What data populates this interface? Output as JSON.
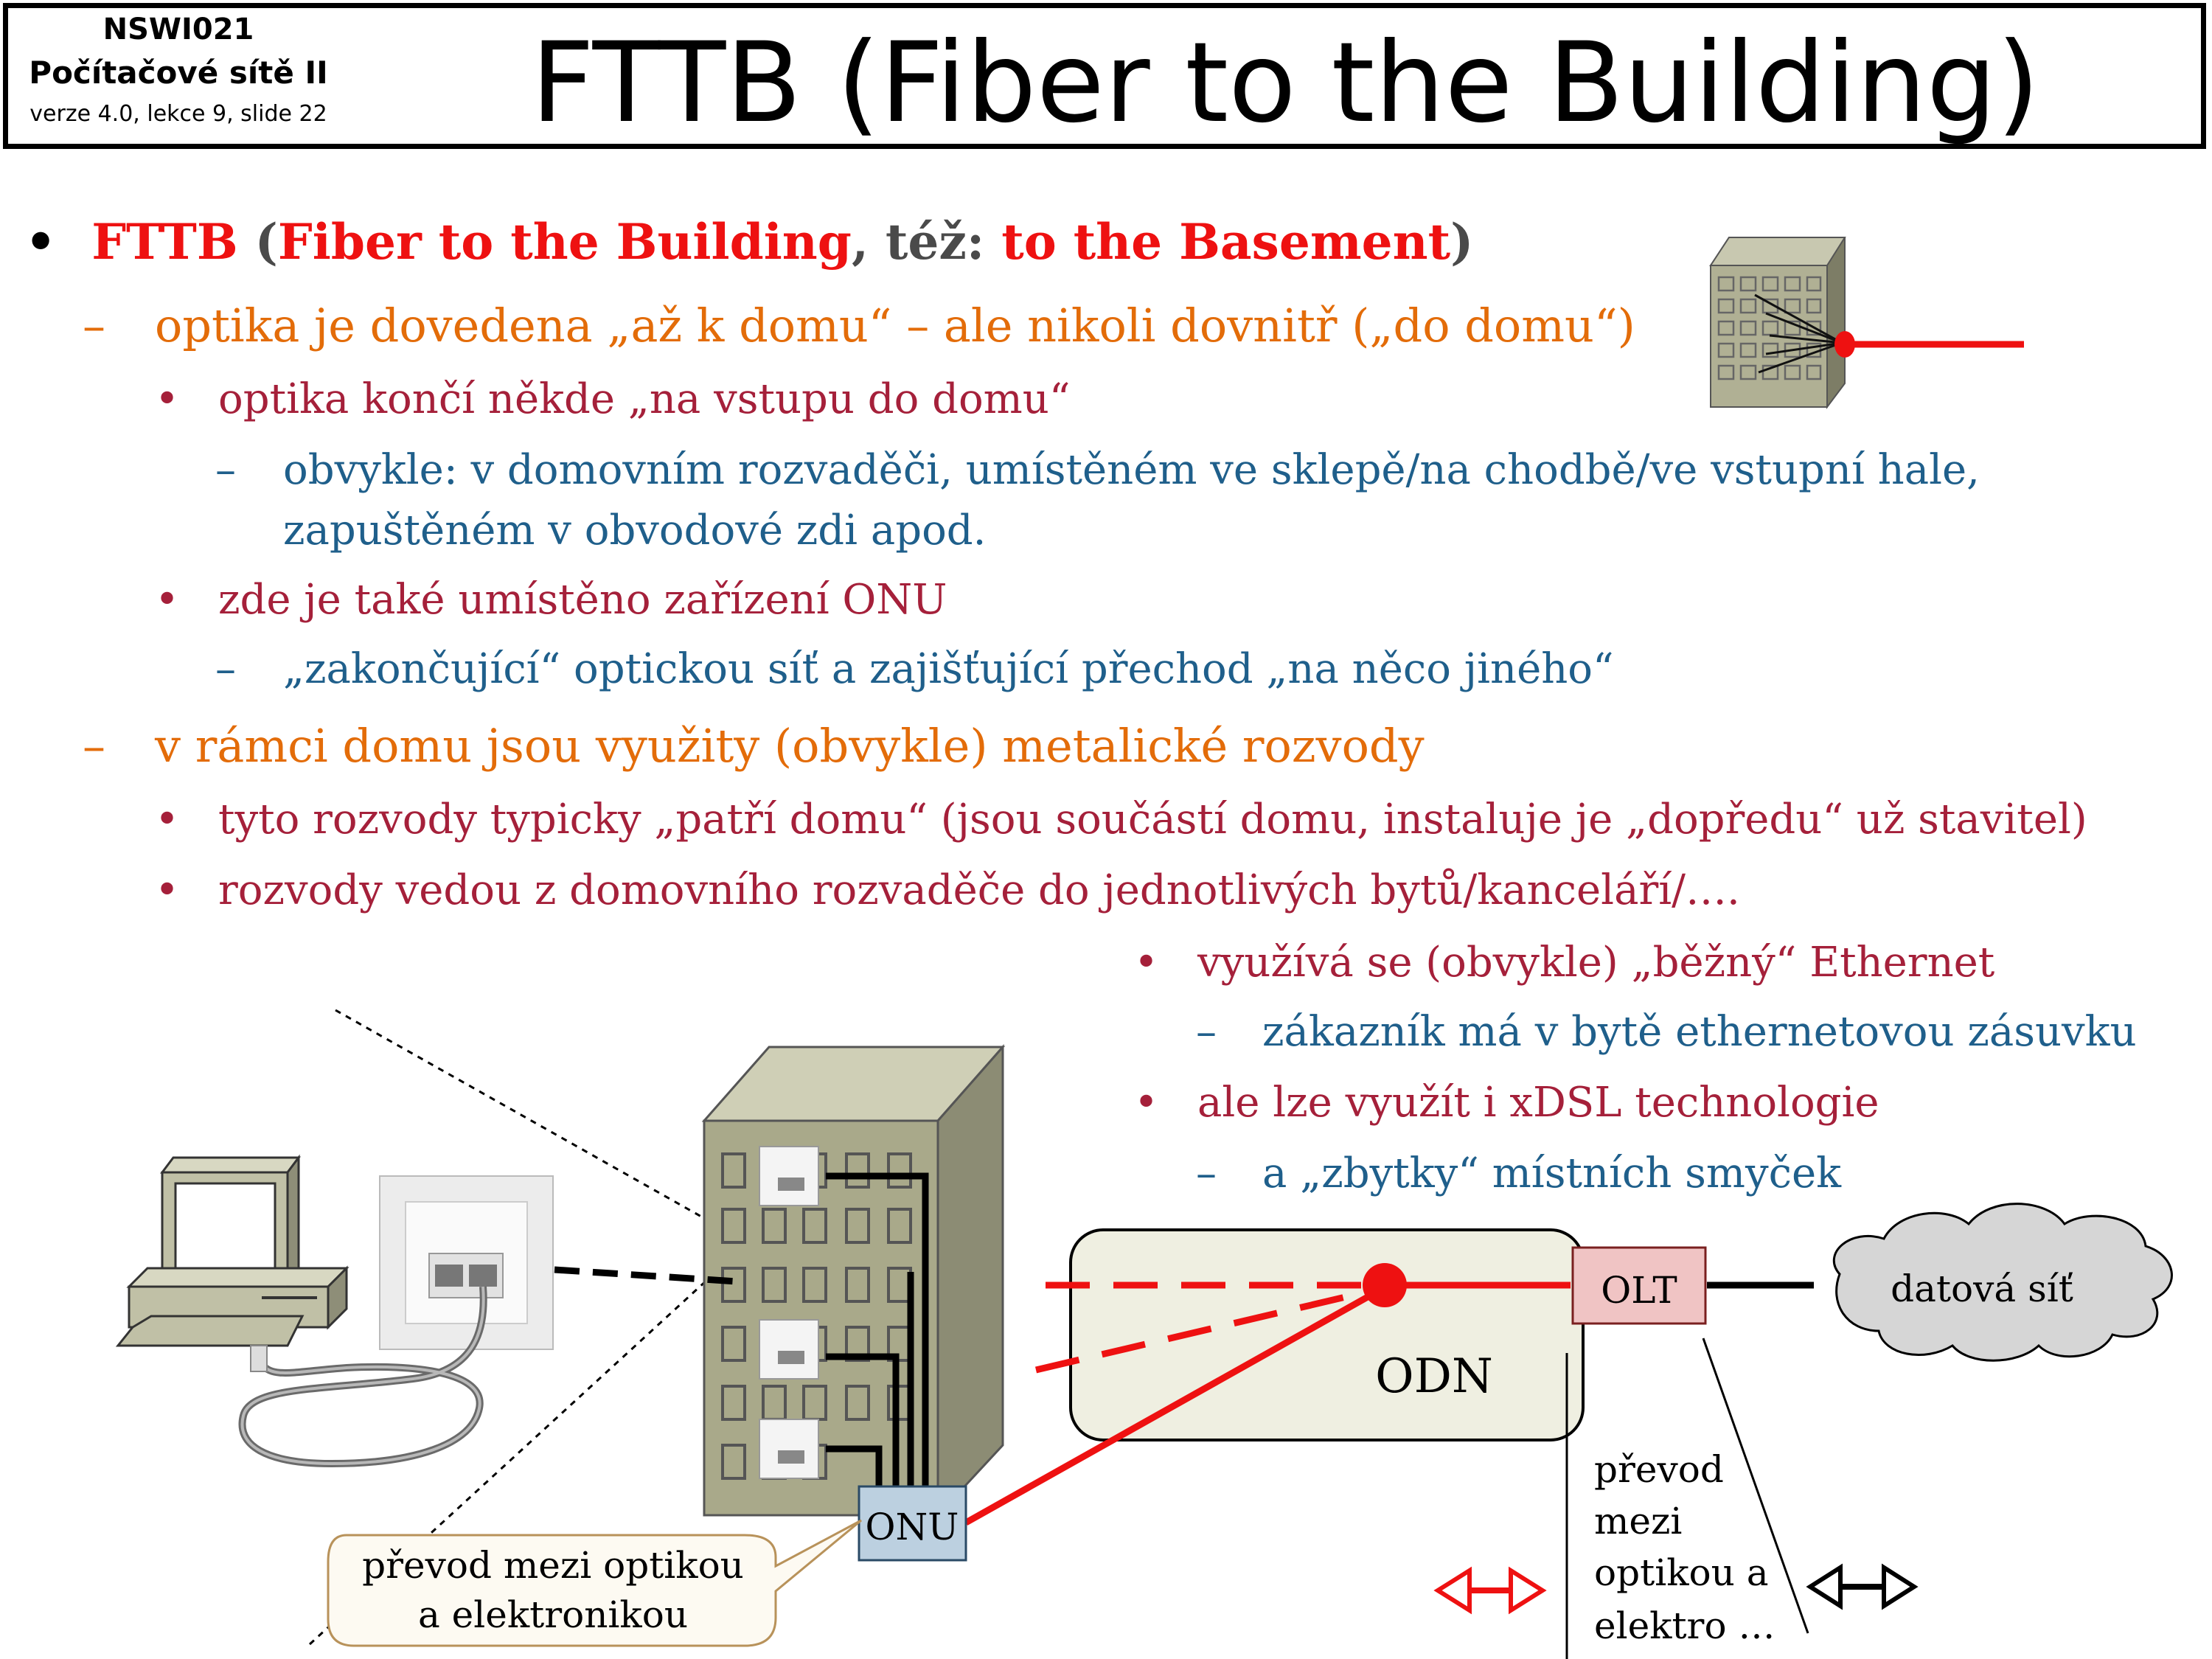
{
  "header": {
    "course_code": "NSWI021",
    "course_name": "Počítačové sítě II",
    "version": "verze 4.0, lekce  9, slide 22",
    "title": "FTTB (Fiber to the Building)"
  },
  "bullets": {
    "b1_fttb": "FTTB",
    "b1_open": " (",
    "b1_fiber": "Fiber to the Building",
    "b1_comma": ", též: ",
    "b1_basement": "to the Basement",
    "b1_close": ")",
    "b2_1": "optika je dovedena „až k domu“ – ale nikoli dovnitř („do domu“)",
    "b3_1": "optika končí někde „na vstupu do domu“",
    "b4_1a": "obvykle: v domovním rozvaděči, umístěném ve sklepě/na chodbě/ve vstupní hale,",
    "b4_1b": "zapuštěném v obvodové zdi apod.",
    "b3_2": "zde je také umístěno zařízení ONU",
    "b4_2": "„zakončující“ optickou síť a zajišťující přechod „na něco jiného“",
    "b2_2": "v rámci domu jsou využity (obvykle) metalické rozvody",
    "b3_3": "tyto rozvody typicky „patří domu“ (jsou součástí domu, instaluje je „dopředu“ už stavitel)",
    "b3_4": "rozvody vedou z domovního rozvaděče do jednotlivých bytů/kanceláří/….",
    "b3_5": "využívá se (obvykle) „běžný“ Ethernet",
    "b4_5": "zákazník má v bytě ethernetovou zásuvku",
    "b3_6": "ale lze využít i xDSL technologie",
    "b4_6": "a „zbytky“ místních smyček"
  },
  "diagram": {
    "onu_label": "ONU",
    "olt_label": "OLT",
    "odn_label": "ODN",
    "cloud_label": "datová síť",
    "callout_line1": "převod mezi optikou",
    "callout_line2": "a elektronikou",
    "side_line1": "převod",
    "side_line2": "mezi",
    "side_line3": "optikou a",
    "side_line4": "elektro …"
  },
  "colors": {
    "fiber_red": "#ee1111",
    "bullet_orange": "#e36c09",
    "bullet_crimson": "#a5203a",
    "bullet_blue": "#1f5f8b",
    "building": "#a9a98a",
    "onu_fill": "#bcd0e0",
    "olt_fill": "#f0c4c4",
    "odn_fill": "#efefe1",
    "cloud_fill": "#d6d6d6"
  }
}
